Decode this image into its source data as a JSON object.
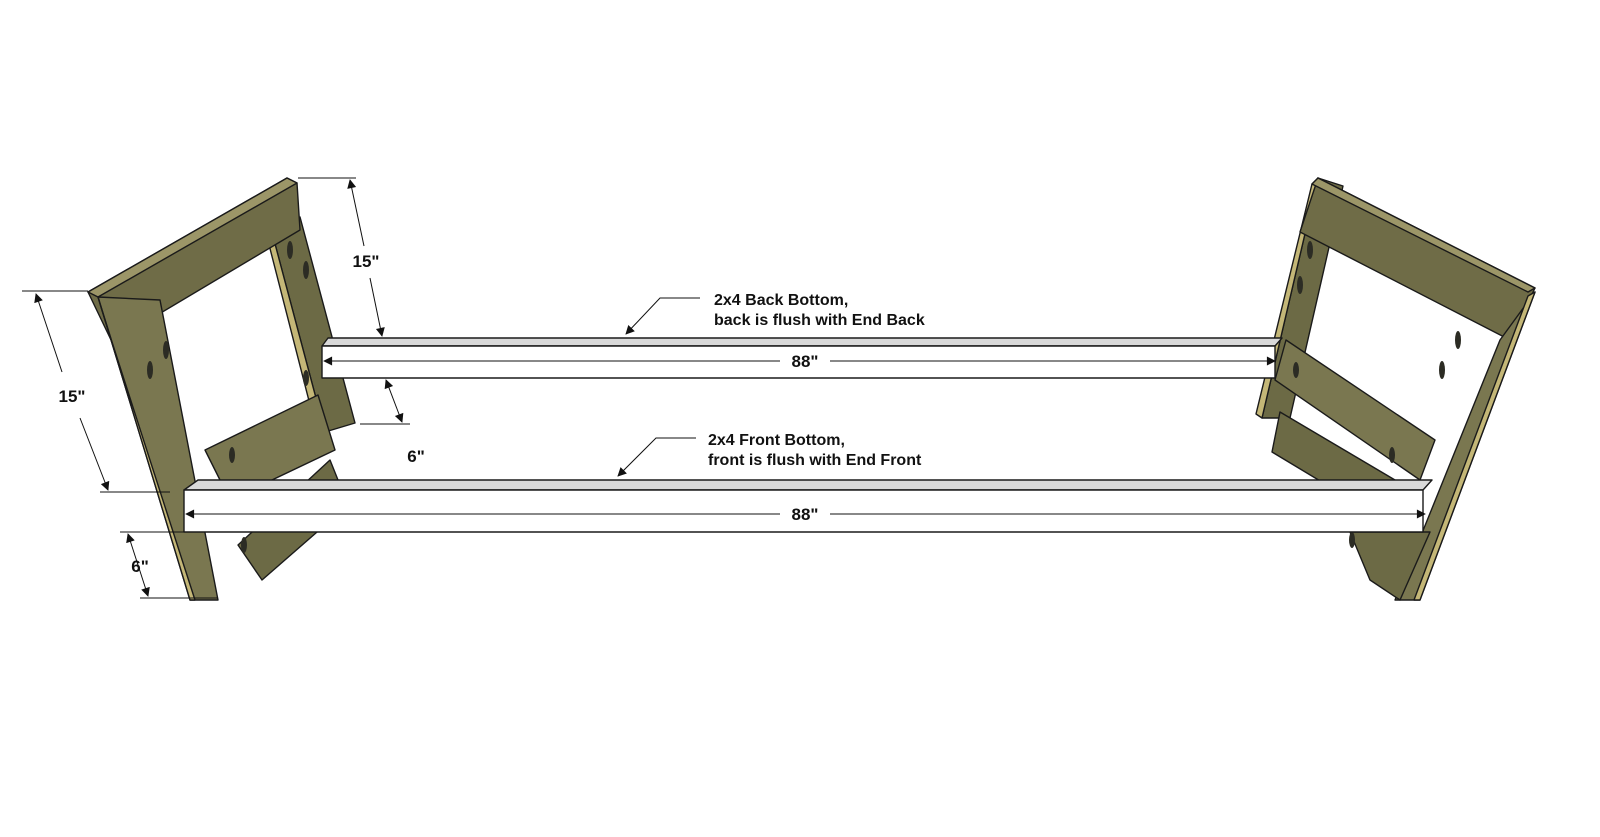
{
  "colors": {
    "wood_face": "#7a7750",
    "wood_dark": "#555337",
    "wood_end": "#c4b777",
    "board_top": "#d9d9d9",
    "board_face": "#ffffff",
    "line": "#111111"
  },
  "callouts": {
    "back_bottom": {
      "title": "2x4 Back Bottom,",
      "note": "back is flush with End Back"
    },
    "front_bottom": {
      "title": "2x4 Front Bottom,",
      "note": "front is flush with End Front"
    }
  },
  "dimensions": {
    "back_length": "88\"",
    "front_length": "88\"",
    "left_end_height": "15\"",
    "back_end_height": "15\"",
    "back_rail_gap": "6\"",
    "front_rail_gap": "6\""
  }
}
